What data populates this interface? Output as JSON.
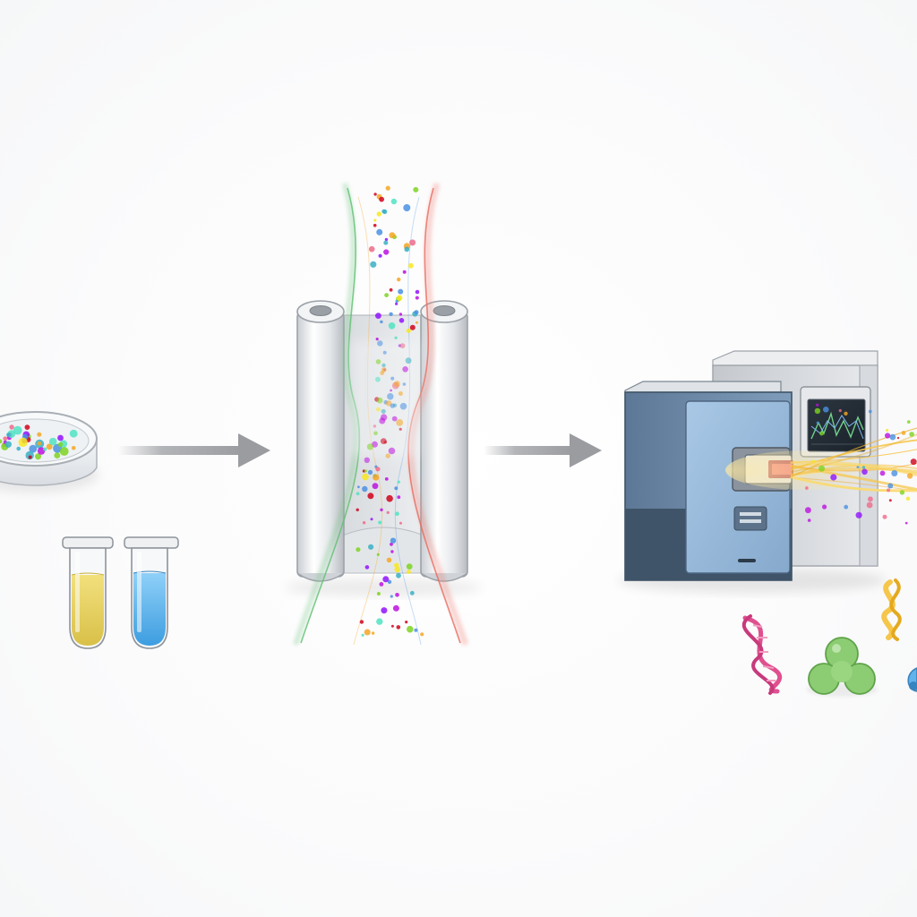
{
  "diagram": {
    "stages": [
      {
        "id": "sample-preparation",
        "items": [
          "petri-dish",
          "yellow-sample-tube",
          "blue-sample-tube"
        ]
      },
      {
        "id": "separation-column",
        "items": [
          "left-column",
          "right-column",
          "particle-stream"
        ]
      },
      {
        "id": "mass-spectrometer",
        "items": [
          "instrument-front",
          "instrument-back",
          "display-screen",
          "ion-beam"
        ]
      },
      {
        "id": "identified-molecules",
        "items": [
          "dna-helix-icon",
          "trefoil-molecule-icon",
          "yellow-ribbon-icon",
          "blue-molecule-icon"
        ]
      }
    ],
    "colors": {
      "arrow": "#9a9ca0",
      "instrument_blue": "#6f8eae",
      "instrument_dark": "#3f5468",
      "instrument_gray": "#cfd3d8",
      "stream_green": "#7cc98a",
      "stream_red": "#f08a80",
      "beam_yellow": "#f6c64a",
      "dna_pink": "#e0508f",
      "molecule_green": "#8ccc72",
      "tube_yellow": "#e8d36a",
      "tube_blue": "#62b3ec"
    },
    "particle_palette": [
      "#f5a623",
      "#4a90e2",
      "#7ed321",
      "#d0021b",
      "#9013fe",
      "#f8e71c",
      "#50e3c2",
      "#bd10e0",
      "#f06a8a",
      "#3ab0c4"
    ]
  }
}
